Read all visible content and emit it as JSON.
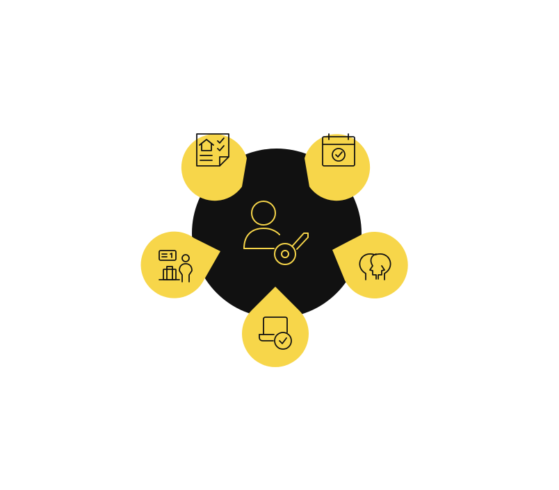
{
  "colors": {
    "background": "#ffffff",
    "center_fill": "#111111",
    "center_icon_stroke": "#f7d64a",
    "petal_fill": "#f7d64a",
    "petal_icon_stroke": "#111111"
  },
  "center": {
    "icon": "user-key-icon"
  },
  "petals": [
    {
      "position": "top-left",
      "icon": "house-checklist-icon"
    },
    {
      "position": "top-right",
      "icon": "calendar-check-icon"
    },
    {
      "position": "right",
      "icon": "two-heads-profile-icon"
    },
    {
      "position": "bottom",
      "icon": "laptop-check-icon"
    },
    {
      "position": "left",
      "icon": "traveler-luggage-ticket-icon"
    }
  ]
}
